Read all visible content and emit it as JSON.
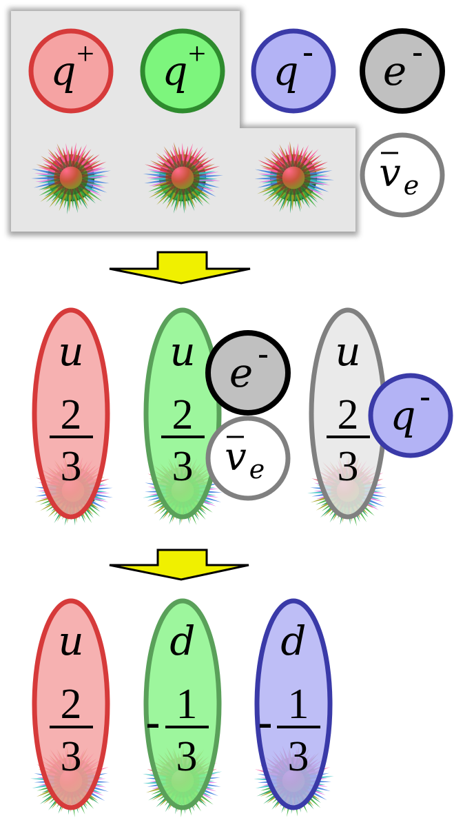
{
  "particles": {
    "q_plus_red": {
      "base": "q",
      "sup": "+"
    },
    "q_plus_green": {
      "base": "q",
      "sup": "+"
    },
    "q_minus_blue": {
      "base": "q",
      "sup": "-"
    },
    "electron": {
      "base": "e",
      "sup": "-"
    },
    "antineutrino": {
      "base": "v",
      "sub": "e"
    }
  },
  "stage2": {
    "quarks": [
      {
        "flavor": "u",
        "numerator": "2",
        "denominator": "3",
        "sign": ""
      },
      {
        "flavor": "u",
        "numerator": "2",
        "denominator": "3",
        "sign": ""
      },
      {
        "flavor": "u",
        "numerator": "2",
        "denominator": "3",
        "sign": ""
      }
    ]
  },
  "stage3": {
    "quarks": [
      {
        "flavor": "u",
        "numerator": "2",
        "denominator": "3",
        "sign": ""
      },
      {
        "flavor": "d",
        "numerator": "1",
        "denominator": "3",
        "sign": "-"
      },
      {
        "flavor": "d",
        "numerator": "1",
        "denominator": "3",
        "sign": "-"
      }
    ]
  },
  "colors": {
    "red_fill": "#f5a3a3",
    "red_stroke": "#d63a3a",
    "green_fill": "#8cf58c",
    "green_stroke": "#2e8b2e",
    "blue_fill": "#b3b3f5",
    "blue_stroke": "#3a3aa8",
    "gray_fill": "#c0c0c0",
    "black_stroke": "#000000",
    "white_fill": "#ffffff",
    "gray_stroke": "#808080",
    "arrow_fill": "#f0f000",
    "panel_fill": "#e6e6e6"
  }
}
